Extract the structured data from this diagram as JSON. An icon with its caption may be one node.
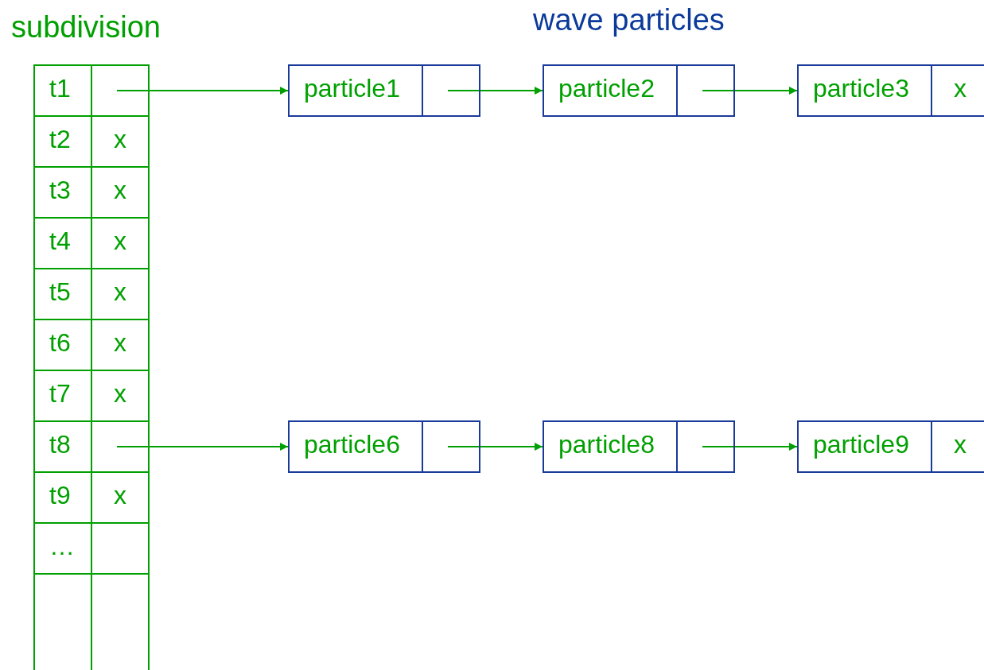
{
  "diagram": {
    "nodes": [
      {
        "text": [
          "subdivision"
        ]
      },
      {
        "text": [
          "t1"
        ],
        "in": 0
      },
      {
        "text": [],
        "shape": "box",
        "in": 0
      },
      {
        "text": [
          "t2"
        ],
        "in": 0
      },
      {
        "text": [
          "x"
        ],
        "in": 0
      },
      {
        "text": [
          "t3"
        ],
        "in": 0
      },
      {
        "text": [
          "x"
        ],
        "in": 0
      },
      {
        "text": [
          "t4"
        ],
        "in": 0
      },
      {
        "text": [
          "x"
        ],
        "in": 0
      },
      {
        "text": [
          "t5"
        ],
        "in": 0
      },
      {
        "text": [
          "x"
        ],
        "in": 0
      },
      {
        "text": [
          "t6"
        ],
        "in": 0
      },
      {
        "text": [
          "x"
        ],
        "in": 0
      },
      {
        "text": [
          "t7"
        ],
        "in": 0
      },
      {
        "text": [
          "x"
        ],
        "in": 0
      },
      {
        "text": [
          "t8"
        ],
        "in": 0
      },
      {
        "text": [],
        "shape": "box",
        "in": 0
      },
      {
        "text": [
          "t9"
        ],
        "in": 0
      },
      {
        "text": [
          "x"
        ],
        "in": 0
      },
      {
        "text": [
          "…"
        ],
        "in": 0
      },
      {
        "text": [],
        "shape": "box",
        "in": 0
      },
      {
        "text": [],
        "shape": "box",
        "in": 0
      },
      {
        "text": [],
        "shape": "box",
        "in": 0
      },
      {
        "text": [
          "particle1"
        ]
      },
      {
        "text": [],
        "shape": "box",
        "in": 23
      },
      {
        "text": [
          "particle2"
        ]
      },
      {
        "text": [],
        "shape": "box",
        "in": 25
      },
      {
        "text": [
          "particle3"
        ]
      },
      {
        "text": [
          "x"
        ],
        "in": 27
      },
      {
        "text": [
          "particle6"
        ]
      },
      {
        "text": [],
        "shape": "box",
        "in": 29
      },
      {
        "text": [
          "particle8"
        ]
      },
      {
        "text": [],
        "shape": "box",
        "in": 31
      },
      {
        "text": [
          "particle9"
        ]
      },
      {
        "text": [
          "x"
        ],
        "in": 33
      }
    ],
    "edges": [
      {
        "from": 2,
        "to": 23,
        "arrow": "to"
      },
      {
        "from": 24,
        "to": 25,
        "arrow": "to"
      },
      {
        "from": 26,
        "to": 27,
        "arrow": "to"
      },
      {
        "from": 16,
        "to": 29,
        "arrow": "to"
      },
      {
        "from": 30,
        "to": 31,
        "arrow": "to"
      },
      {
        "from": 32,
        "to": 33,
        "arrow": "to"
      }
    ],
    "labels": [
      "wave particles"
    ]
  }
}
